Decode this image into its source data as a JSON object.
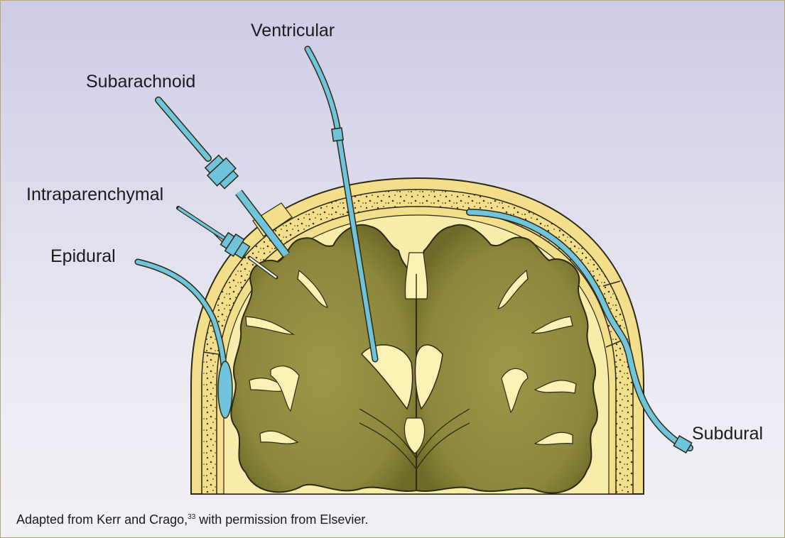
{
  "labels": {
    "ventricular": "Ventricular",
    "subarachnoid": "Subarachnoid",
    "intraparenchymal": "Intraparenchymal",
    "epidural": "Epidural",
    "subdural": "Subdural"
  },
  "caption": {
    "text_before": "Adapted from Kerr and Crago,",
    "superscript": "33",
    "text_after": " with permission from Elsevier."
  },
  "colors": {
    "background_top": "#cdcbe6",
    "background_bottom": "#f1f0f5",
    "skull": "#f3de8c",
    "dura": "#e8c860",
    "brain": "#8e8a3e",
    "ventricle": "#fbf1b5",
    "catheter": "#6fc3db",
    "outline": "#2c2a14"
  }
}
